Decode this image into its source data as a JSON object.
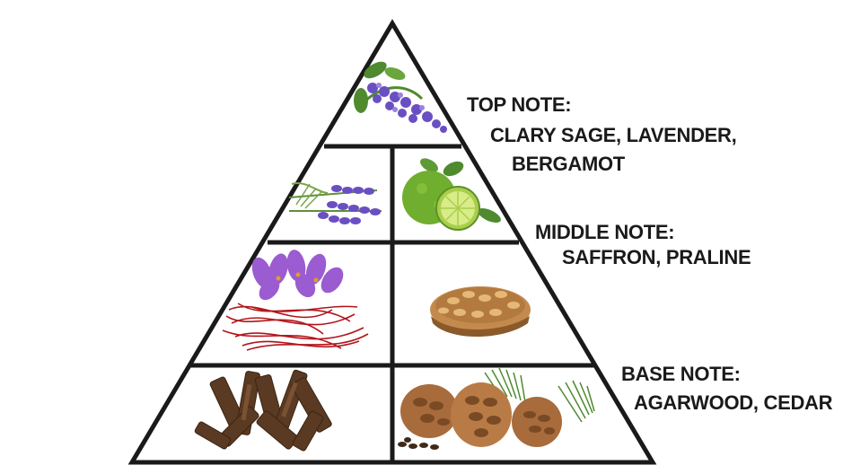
{
  "notes": {
    "top": {
      "heading": "TOP NOTE:",
      "line1": "CLARY SAGE, LAVENDER,",
      "line2": "BERGAMOT"
    },
    "middle": {
      "heading": "MIDDLE NOTE:",
      "line1": "SAFFRON, PRALINE"
    },
    "base": {
      "heading": "BASE NOTE:",
      "line1": "AGARWOOD, CEDAR"
    }
  },
  "colors": {
    "outline": "#1a1a1a",
    "text": "#1a1a1a",
    "lavender": "#6a4fc2",
    "saffron_petal": "#9b5bd1",
    "saffron_thread": "#b3151b",
    "leaf_green": "#4f8a2f",
    "lime": "#8cc63f",
    "praline": "#b37a3f",
    "agarwood": "#5a3a22",
    "pinecone": "#a86b3c"
  },
  "icons": [
    "clary-sage-icon",
    "lavender-icon",
    "bergamot-icon",
    "saffron-icon",
    "praline-icon",
    "agarwood-icon",
    "pinecone-icon"
  ]
}
